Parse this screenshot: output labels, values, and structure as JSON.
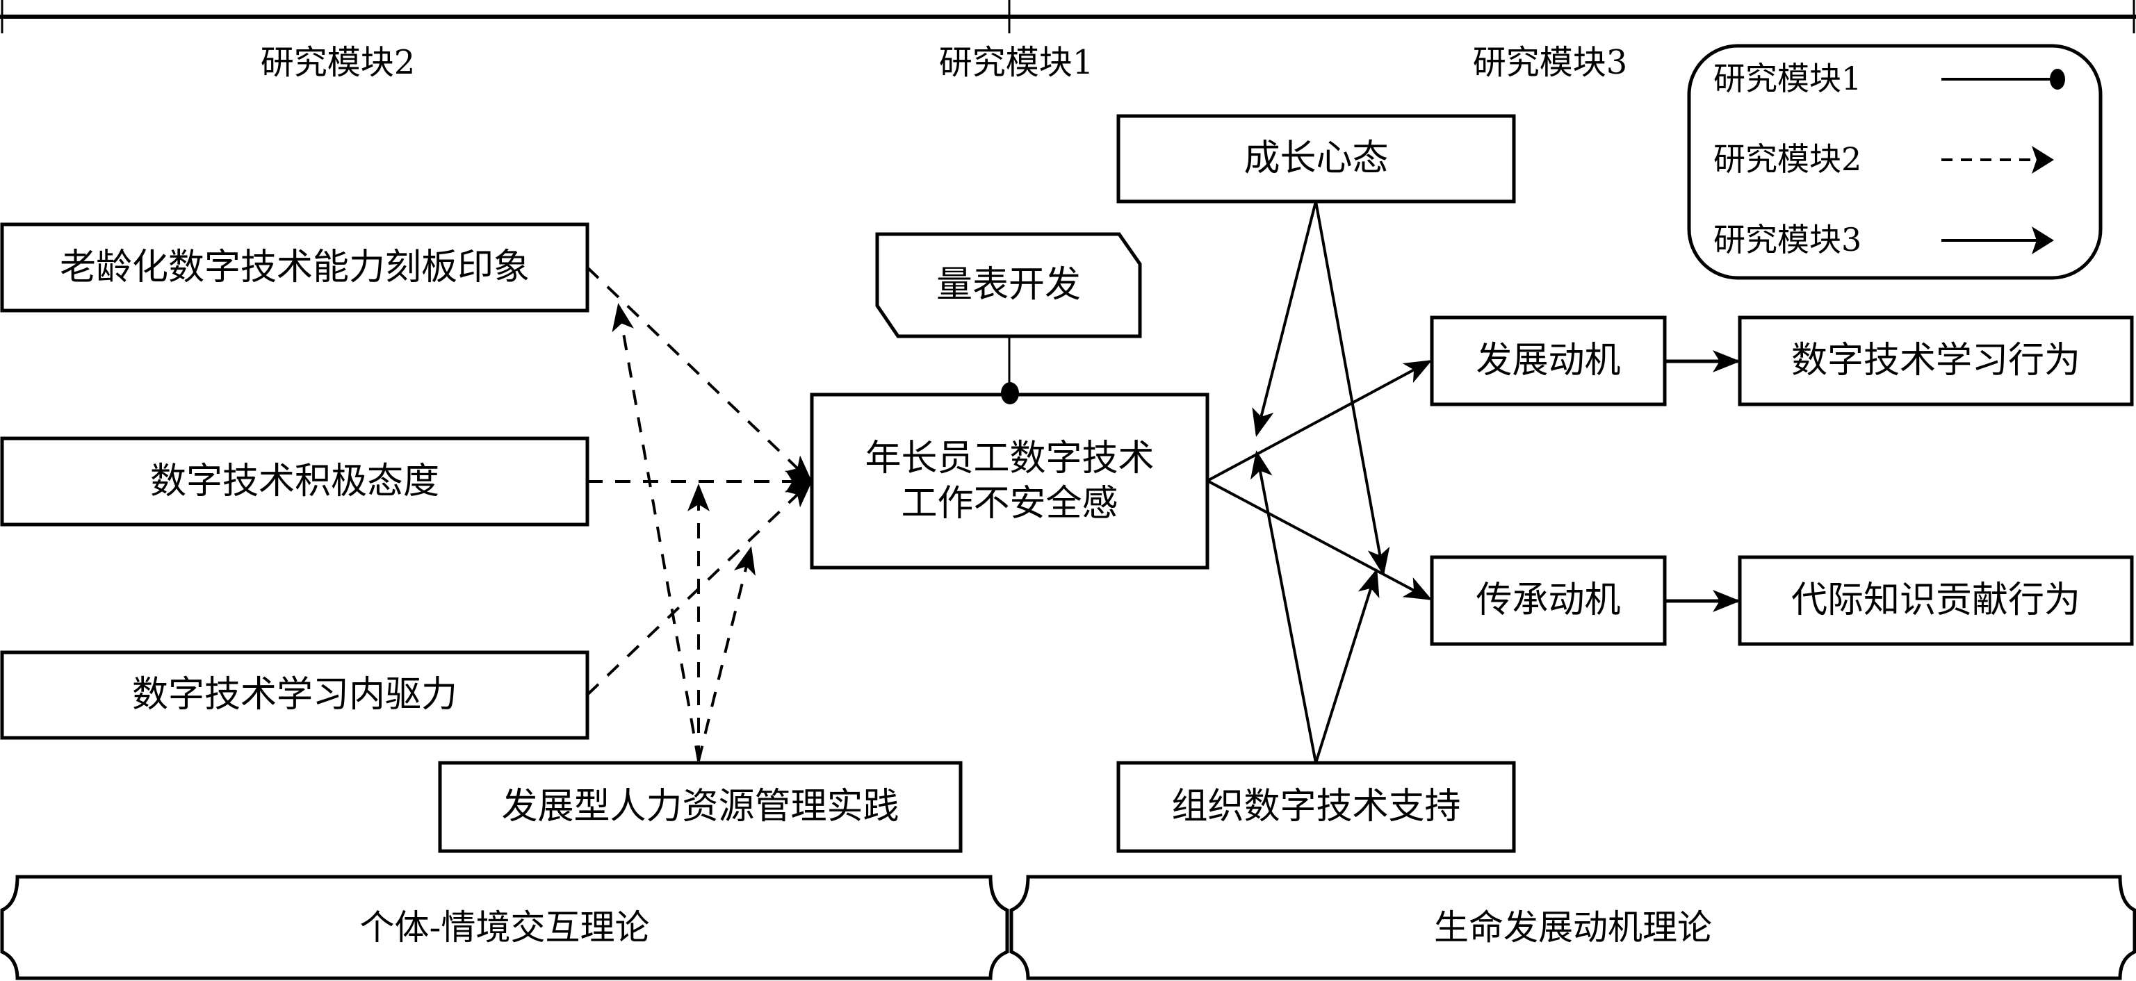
{
  "headers": {
    "module2": "研究模块2",
    "module1": "研究模块1",
    "module3": "研究模块3"
  },
  "legend": {
    "items": [
      {
        "label": "研究模块1",
        "line": "solid",
        "end": "dot"
      },
      {
        "label": "研究模块2",
        "line": "dashed",
        "end": "arrow"
      },
      {
        "label": "研究模块3",
        "line": "solid",
        "end": "arrow"
      }
    ]
  },
  "nodes": {
    "ageism_stereotype": "老龄化数字技术能力刻板印象",
    "positive_attitude": "数字技术积极态度",
    "learning_drive": "数字技术学习内驱力",
    "hr_practice": "发展型人力资源管理实践",
    "scale_dev": "量表开发",
    "core_line1": "年长员工数字技术",
    "core_line2": "工作不安全感",
    "growth_mindset": "成长心态",
    "org_support": "组织数字技术支持",
    "dev_motive": "发展动机",
    "legacy_motive": "传承动机",
    "learning_behavior": "数字技术学习行为",
    "knowledge_contrib": "代际知识贡献行为"
  },
  "theories": {
    "left": "个体-情境交互理论",
    "right": "生命发展动机理论"
  }
}
